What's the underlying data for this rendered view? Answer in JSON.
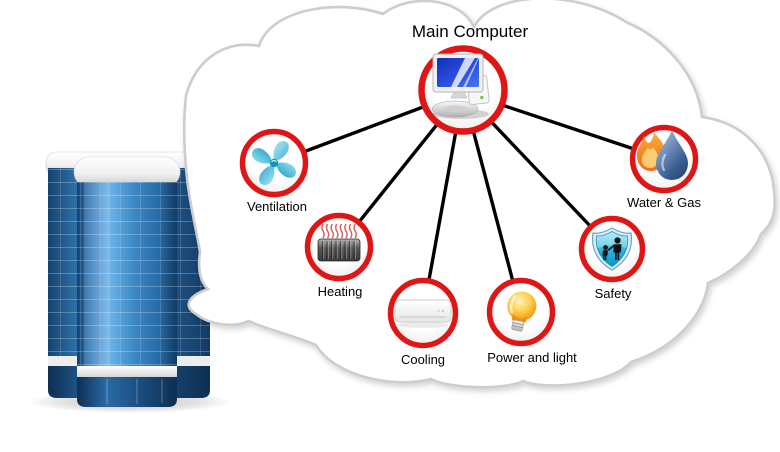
{
  "diagram": {
    "title": "Main Computer",
    "center_node": {
      "id": "main-computer",
      "label": "Main Computer",
      "icon": "computer-icon"
    },
    "nodes": [
      {
        "id": "ventilation",
        "label": "Ventilation",
        "icon": "fan-icon"
      },
      {
        "id": "heating",
        "label": "Heating",
        "icon": "radiator-icon"
      },
      {
        "id": "cooling",
        "label": "Cooling",
        "icon": "air-conditioner-icon"
      },
      {
        "id": "power-and-light",
        "label": "Power and light",
        "icon": "light-bulb-icon"
      },
      {
        "id": "safety",
        "label": "Safety",
        "icon": "safety-shield-icon"
      },
      {
        "id": "water-and-gas",
        "label": "Water & Gas",
        "icon": "flame-and-water-drop-icon"
      }
    ],
    "colors": {
      "node_ring": "#e01616",
      "connector": "#000000",
      "cloud_fill": "#ffffff",
      "cloud_stroke": "#cdcdcd",
      "label": "#000000",
      "server_blue": "#2e74b2"
    }
  }
}
